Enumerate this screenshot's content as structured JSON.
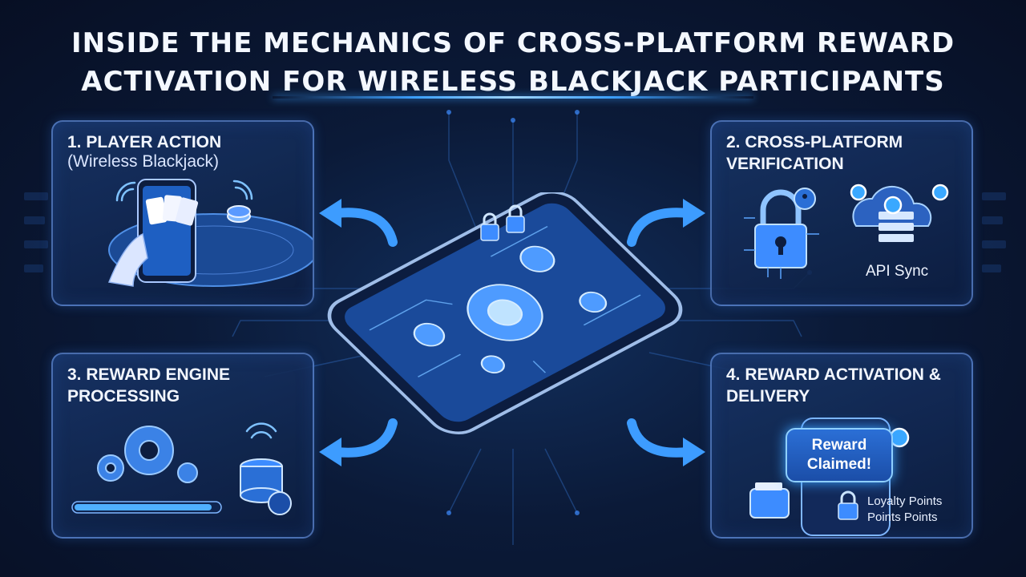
{
  "title": {
    "line1": "INSIDE THE MECHANICS OF CROSS-PLATFORM REWARD",
    "line2": "ACTIVATION FOR WIRELESS BLACKJACK PARTICIPANTS"
  },
  "panels": [
    {
      "title": "1. PLAYER ACTION",
      "subtitle": "(Wireless Blackjack)"
    },
    {
      "title": "2. CROSS-PLATFORM VERIFICATION",
      "label": "API Sync"
    },
    {
      "title": "3. REWARD ENGINE PROCESSING",
      "progress": 0.95
    },
    {
      "title": "4. REWARD ACTIVATION & DELIVERY",
      "bubble_line1": "Reward",
      "bubble_line2": "Claimed!",
      "loyalty_line1": "Loyalty Points",
      "loyalty_line2": "Points Points"
    }
  ],
  "colors": {
    "accent": "#3da0ff",
    "glow": "#8fd0ff",
    "panel_border": "#78aaff"
  },
  "icons": [
    "wifi-icon",
    "playing-cards-icon",
    "poker-chip-icon",
    "padlock-icon",
    "cloud-server-icon",
    "check-icon",
    "gear-icon",
    "database-icon",
    "wallet-icon",
    "smartphone-icon"
  ]
}
